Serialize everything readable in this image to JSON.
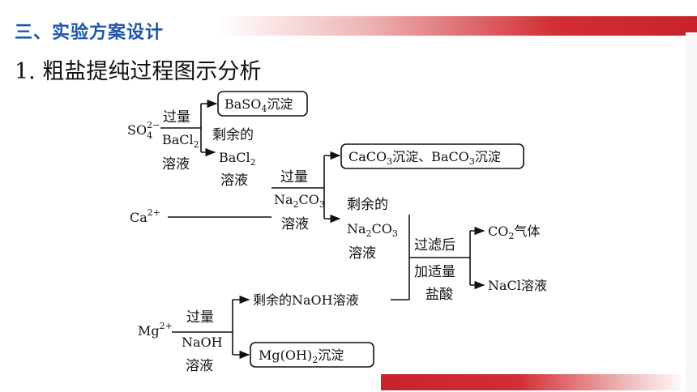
{
  "header": {
    "section_title": "三、实验方案设计",
    "section_num": "三",
    "section_text": "实验方案设计",
    "subtitle": "1. 粗盐提纯过程图示分析"
  },
  "colors": {
    "accent_red": "#d12f34",
    "title_blue": "#1e56a8"
  },
  "diagram": {
    "ions": {
      "so4": "SO",
      "so4_sub": "4",
      "so4_sup": "2−",
      "ca": "Ca",
      "ca_sup": "2+",
      "mg": "Mg",
      "mg_sup": "2+"
    },
    "step1": {
      "top": "过量",
      "bottom_main": "BaCl",
      "bottom_sub": "2",
      "bottom2": "溶液"
    },
    "box1": {
      "pre": "BaSO",
      "sub": "4",
      "post": "沉淀"
    },
    "rem1": {
      "line1": "剩余的",
      "line2_main": "BaCl",
      "line2_sub": "2",
      "line3": "溶液"
    },
    "step2": {
      "top": "过量",
      "bottom_a": "Na",
      "bottom_sub1": "2",
      "bottom_b": "CO",
      "bottom_sub2": "3",
      "bottom2": "溶液"
    },
    "box2": {
      "a": "CaCO",
      "sub1": "3",
      "b": "沉淀、BaCO",
      "sub2": "3",
      "c": "沉淀"
    },
    "rem2": {
      "line1": "剩余的",
      "line2_a": "Na",
      "line2_sub1": "2",
      "line2_b": "CO",
      "line2_sub2": "3",
      "line3": "溶液"
    },
    "step3": {
      "top": "过滤后",
      "bottom1": "加适量",
      "bottom2": "盐酸"
    },
    "prod1": {
      "a": "CO",
      "sub": "2",
      "b": "气体"
    },
    "prod2": "NaCl溶液",
    "step4": {
      "top": "过量",
      "bottom1": "NaOH",
      "bottom2": "溶液"
    },
    "rem3": "剩余的NaOH溶液",
    "box3": {
      "a": "Mg(OH)",
      "sub": "2",
      "b": "沉淀"
    }
  }
}
